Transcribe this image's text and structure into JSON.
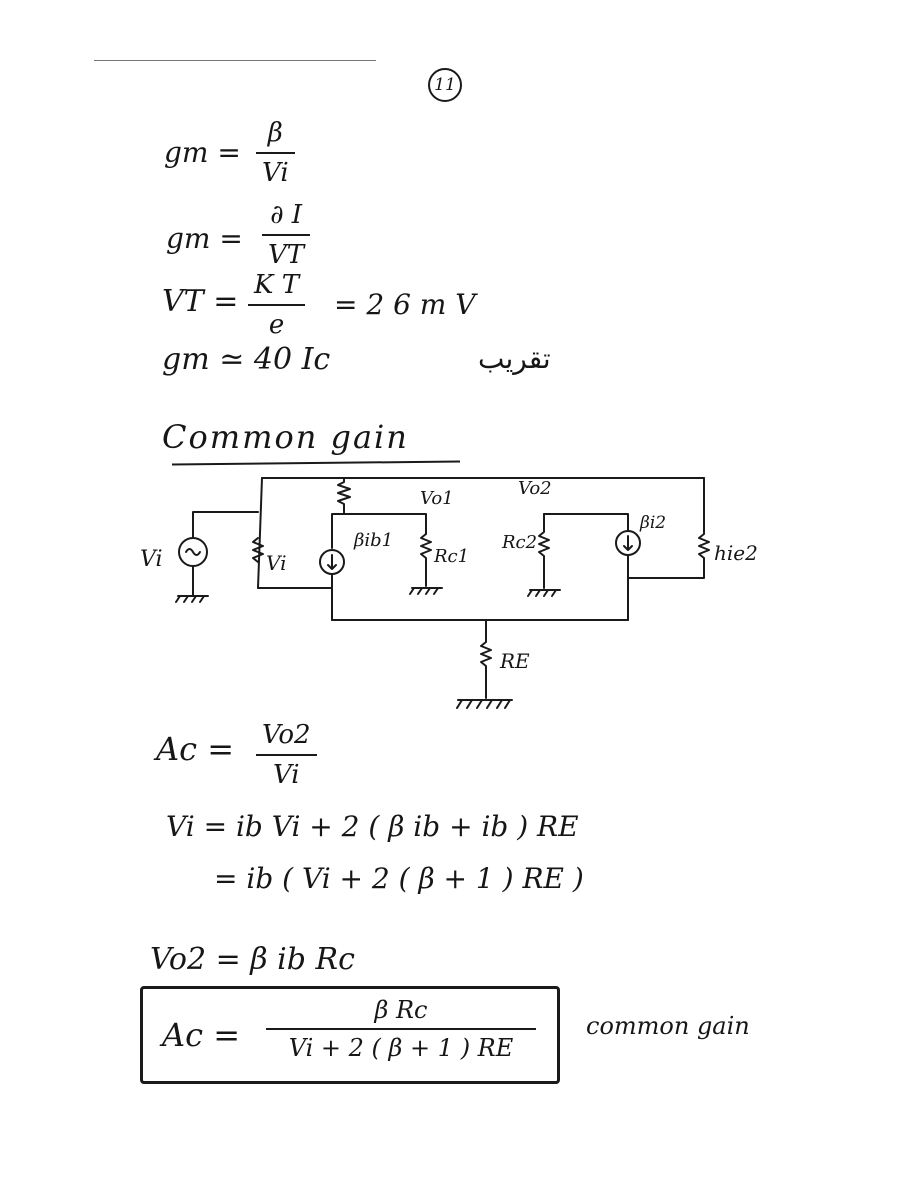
{
  "page": {
    "page_number": "11"
  },
  "formulas": {
    "gm1": {
      "lhs": "gm =",
      "num": "β",
      "den": "Vi"
    },
    "gm2": {
      "lhs": "gm =",
      "num": "∂ I",
      "den": "VT"
    },
    "vt": {
      "lhs": "VT =",
      "num": "K T",
      "den": "e",
      "rhs": "= 2 6 m V"
    },
    "gm3": {
      "text": "gm ≃ 40 Ic",
      "note": "تقريب"
    }
  },
  "section": {
    "title": "Common gain"
  },
  "circuit": {
    "source_label": "Vi",
    "input_resistor": "Vi",
    "cs1_label": "βib1",
    "rc1_label": "Rc1",
    "vo1_label": "Vo1",
    "vo2_label": "Vo2",
    "rc2_label": "Rc2",
    "cs2_label": "βi2",
    "hie2_label": "hie2",
    "re_label": "RE"
  },
  "equations": {
    "ac_def": {
      "lhs": "Ac =",
      "num": "Vo2",
      "den": "Vi"
    },
    "vi_line1": "Vi =  ib  Vi   + 2 ( β ib + ib ) RE",
    "vi_line2": "=  ib (  Vi  + 2 ( β + 1 )  RE )",
    "vo2_line": "Vo2 = β ib Rc"
  },
  "result": {
    "lhs": "Ac =",
    "num": "β Rc",
    "den": "Vi  + 2 ( β + 1 ) RE",
    "side_note": "common gain"
  }
}
